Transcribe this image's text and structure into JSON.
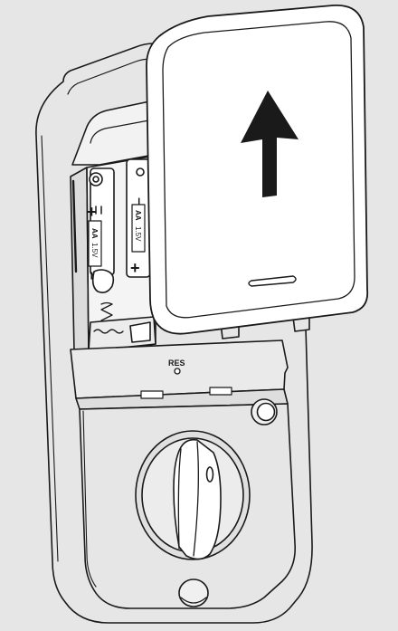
{
  "figure": {
    "reset_label": "RES",
    "battery_left": {
      "plus": "+",
      "minus": "−",
      "type": "AA",
      "voltage": "1.5V"
    },
    "battery_right": {
      "plus": "+",
      "minus": "−",
      "type": "AA",
      "voltage": "1.5V"
    },
    "arrow_direction": "up",
    "colors": {
      "background": "#e6e6e6",
      "body_fill": "#e6e6e6",
      "cover_fill": "#ffffff",
      "line": "#1a1a1a"
    }
  }
}
